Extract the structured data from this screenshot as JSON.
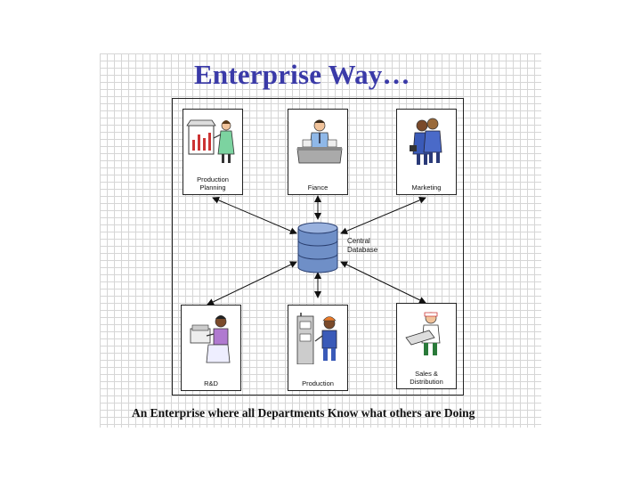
{
  "title": "Enterprise Way…",
  "caption": "An Enterprise where all Departments Know what others are Doing",
  "central": {
    "label_line1": "Central",
    "label_line2": "Database"
  },
  "departments": [
    {
      "id": "production-planning",
      "line1": "Production",
      "line2": "Planning",
      "icon": "planner-with-chart-icon"
    },
    {
      "id": "finance",
      "line1": "Fiance",
      "line2": "",
      "icon": "person-at-desk-icon"
    },
    {
      "id": "marketing",
      "line1": "Marketing",
      "line2": "",
      "icon": "two-businessmen-icon"
    },
    {
      "id": "rnd",
      "line1": "R&D",
      "line2": "",
      "icon": "researcher-icon"
    },
    {
      "id": "production",
      "line1": "Production",
      "line2": "",
      "icon": "factory-worker-icon"
    },
    {
      "id": "sales",
      "line1": "Sales &",
      "line2": "Distribution",
      "icon": "delivery-man-icon"
    }
  ],
  "colors": {
    "title": "#3a3aa8",
    "database": "#6f8fc7",
    "database_dark": "#4a6aa8",
    "grid": "#d6d6d6"
  }
}
